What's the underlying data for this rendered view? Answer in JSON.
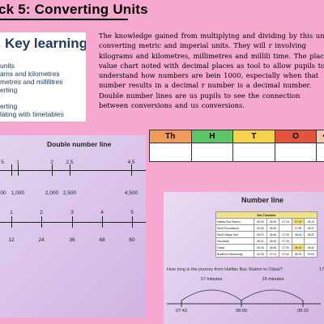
{
  "title": "ck 5: Converting Units",
  "key_learning": {
    "title": "Key learning",
    "items": [
      "units",
      "ams and kilometres",
      "metres and millilitres",
      "erting",
      "",
      "erting",
      "lating with timetables"
    ]
  },
  "body_text": "The knowledge gained from multiplying and dividing by this unit converting metric and imperial units. They will r involving kilograms and kilometres, millimetres and millili time. The place value chart noted with decimal places as tool to allow pupils to understand how numbers are bein 1000, especially when that number results in a decimal r number is a decimal number. Double number lines are us pupils to see the connection between conversions and us conversions.",
  "place_value": {
    "headers": [
      "Th",
      "H",
      "T",
      "O",
      "•"
    ],
    "colors": [
      "#f29a5a",
      "#5ec46a",
      "#f4d24a",
      "#e4533e",
      "#f7c7b0"
    ]
  },
  "double_number_line": {
    "title": "Double number line",
    "line1_top": [
      "5",
      "1",
      "2",
      "2.5",
      "4.5"
    ],
    "line1_bottom": [
      "00",
      "1,000",
      "2,000",
      "2,500",
      "4,500"
    ],
    "line2_top": [
      "1",
      "2",
      "3",
      "4",
      "5"
    ],
    "line2_bottom": [
      "12",
      "24",
      "36",
      "48",
      "60"
    ]
  },
  "number_line_card": {
    "title": "Number line",
    "timetable": {
      "header": "Bus Timetable",
      "rows": [
        {
          "stop": "Halifax Bus Station",
          "times": [
            "06:35",
            "06:50",
            "07:15",
            "07:43",
            "08:15"
          ]
        },
        {
          "stop": "Shelf Roundabout",
          "times": [
            "06:55",
            "06:45",
            "",
            "07:59",
            "08:31"
          ]
        },
        {
          "stop": "Shelf Village Hall",
          "times": [
            "06:19",
            "06:46",
            "07:25",
            "08:00",
            "08:32"
          ]
        },
        {
          "stop": "Woodside",
          "times": [
            "06:21",
            "06:50",
            "07:28",
            "",
            ""
          ]
        },
        {
          "stop": "Odsal",
          "times": [
            "06:26",
            "06:55",
            "07:33",
            "08:15",
            "08:45"
          ]
        },
        {
          "stop": "Bradford Interchange",
          "times": [
            "06:34",
            "07:01",
            "07:44",
            "08:30",
            "09:00"
          ]
        }
      ]
    },
    "question": "How long is the journey from Halifax Bus Station to Odsal?",
    "question_cut": "17",
    "segments": [
      "17 minutes",
      "15 minutes"
    ],
    "times": [
      "07:43",
      "08:00",
      "08:15"
    ]
  }
}
